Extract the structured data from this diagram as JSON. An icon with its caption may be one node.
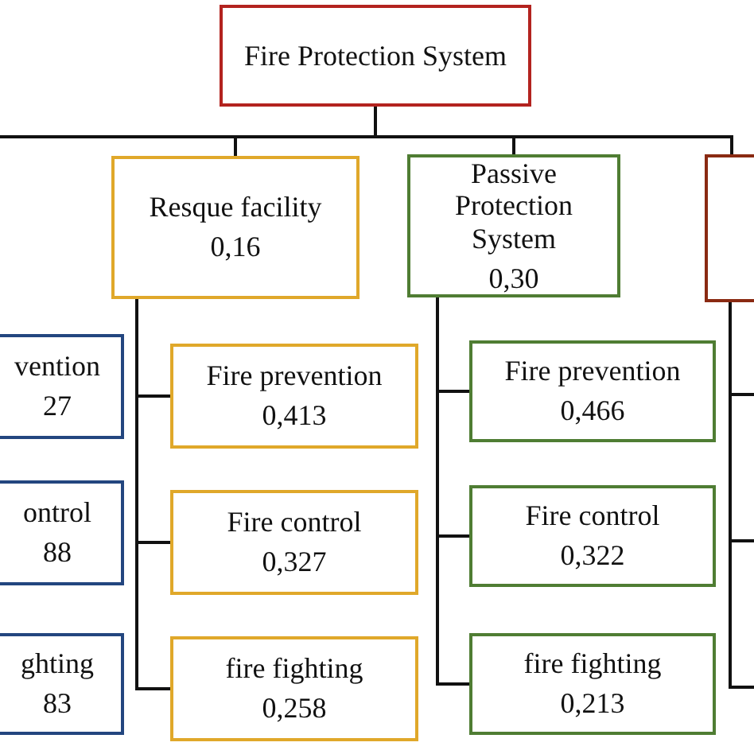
{
  "diagram": {
    "nodes": [
      {
        "text": [
          "Fire Protection System"
        ]
      },
      {
        "text": [
          "Resque facility",
          "0,16"
        ]
      },
      {
        "text": [
          "Passive Protection System",
          "0,30"
        ]
      },
      {
        "text": [],
        "shape": "box"
      },
      {
        "text": [
          "vention",
          "27"
        ]
      },
      {
        "text": [
          "Fire prevention",
          "0,413"
        ]
      },
      {
        "text": [
          "Fire prevention",
          "0,466"
        ]
      },
      {
        "text": [
          "ontrol",
          "88"
        ]
      },
      {
        "text": [
          "Fire control",
          "0,327"
        ]
      },
      {
        "text": [
          "Fire control",
          "0,322"
        ]
      },
      {
        "text": [
          "ghting",
          "83"
        ]
      },
      {
        "text": [
          "fire fighting",
          "0,258"
        ]
      },
      {
        "text": [
          "fire fighting",
          "0,213"
        ]
      }
    ],
    "edges": [
      {
        "from": 0,
        "to": null,
        "arrow": "none"
      },
      {
        "from": 0,
        "to": 1,
        "arrow": "none"
      },
      {
        "from": 0,
        "to": 2,
        "arrow": "none"
      },
      {
        "from": 0,
        "to": 3,
        "arrow": "none"
      },
      {
        "from": 1,
        "to": 5,
        "arrow": "none"
      },
      {
        "from": 1,
        "to": 8,
        "arrow": "none"
      },
      {
        "from": 1,
        "to": 11,
        "arrow": "none"
      },
      {
        "from": 2,
        "to": 6,
        "arrow": "none"
      },
      {
        "from": 2,
        "to": 9,
        "arrow": "none"
      },
      {
        "from": 2,
        "to": 12,
        "arrow": "none"
      },
      {
        "from": 3,
        "to": null,
        "arrow": "none"
      },
      {
        "from": 3,
        "to": null,
        "arrow": "none"
      },
      {
        "from": 3,
        "to": null,
        "arrow": "none"
      }
    ]
  }
}
